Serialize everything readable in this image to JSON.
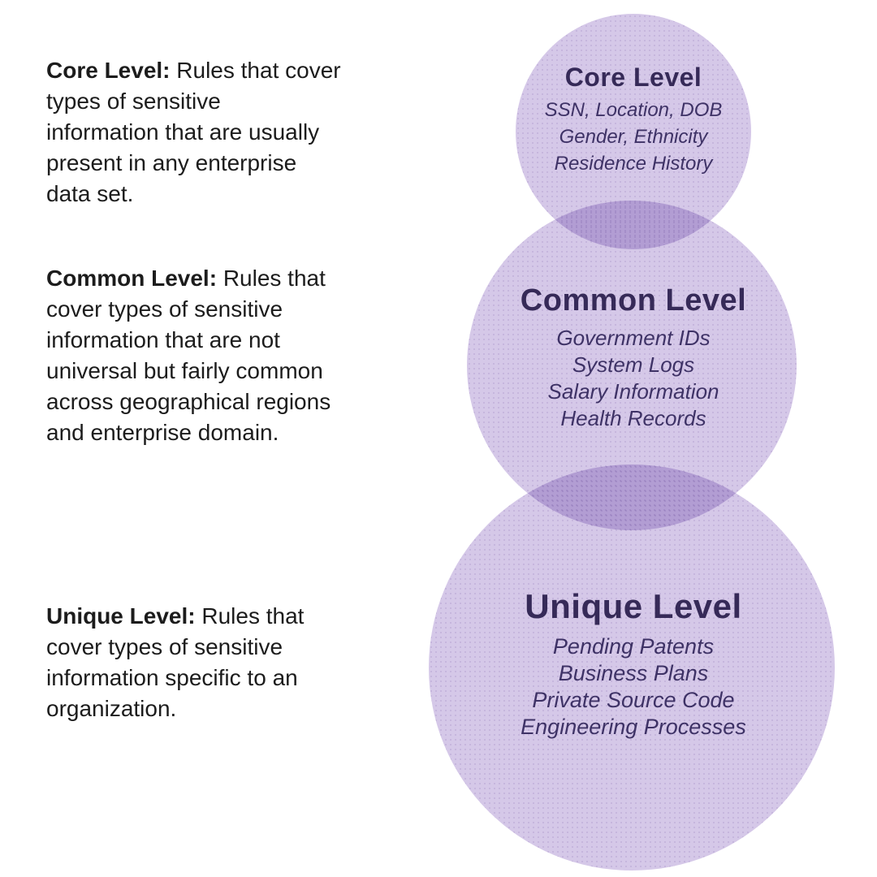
{
  "page": {
    "background": "#ffffff",
    "colors": {
      "circle_fill": "#d5c8e8",
      "circle_overlap": "#b19dd3",
      "circle_title_text": "#362a58",
      "circle_item_text": "#3e3266",
      "body_text": "#1c1c1c"
    }
  },
  "descriptions": [
    {
      "label": "Core Level:",
      "text": "Rules that cover\ntypes of sensitive\ninformation that are usually\npresent in any enterprise\ndata set."
    },
    {
      "label": "Common Level:",
      "text": "Rules that\ncover types of sensitive\ninformation that are not\nuniversal but fairly common\nacross geographical regions\nand enterprise domain."
    },
    {
      "label": "Unique Level:",
      "text": "Rules that\ncover types of sensitive\ninformation specific to an\norganization."
    }
  ],
  "circles": [
    {
      "title": "Core Level",
      "items": "SSN, Location, DOB\nGender, Ethnicity\nResidence History"
    },
    {
      "title": "Common Level",
      "items": "Government IDs\nSystem Logs\nSalary Information\nHealth Records"
    },
    {
      "title": "Unique Level",
      "items": "Pending Patents\nBusiness Plans\nPrivate Source Code\nEngineering Processes"
    }
  ]
}
